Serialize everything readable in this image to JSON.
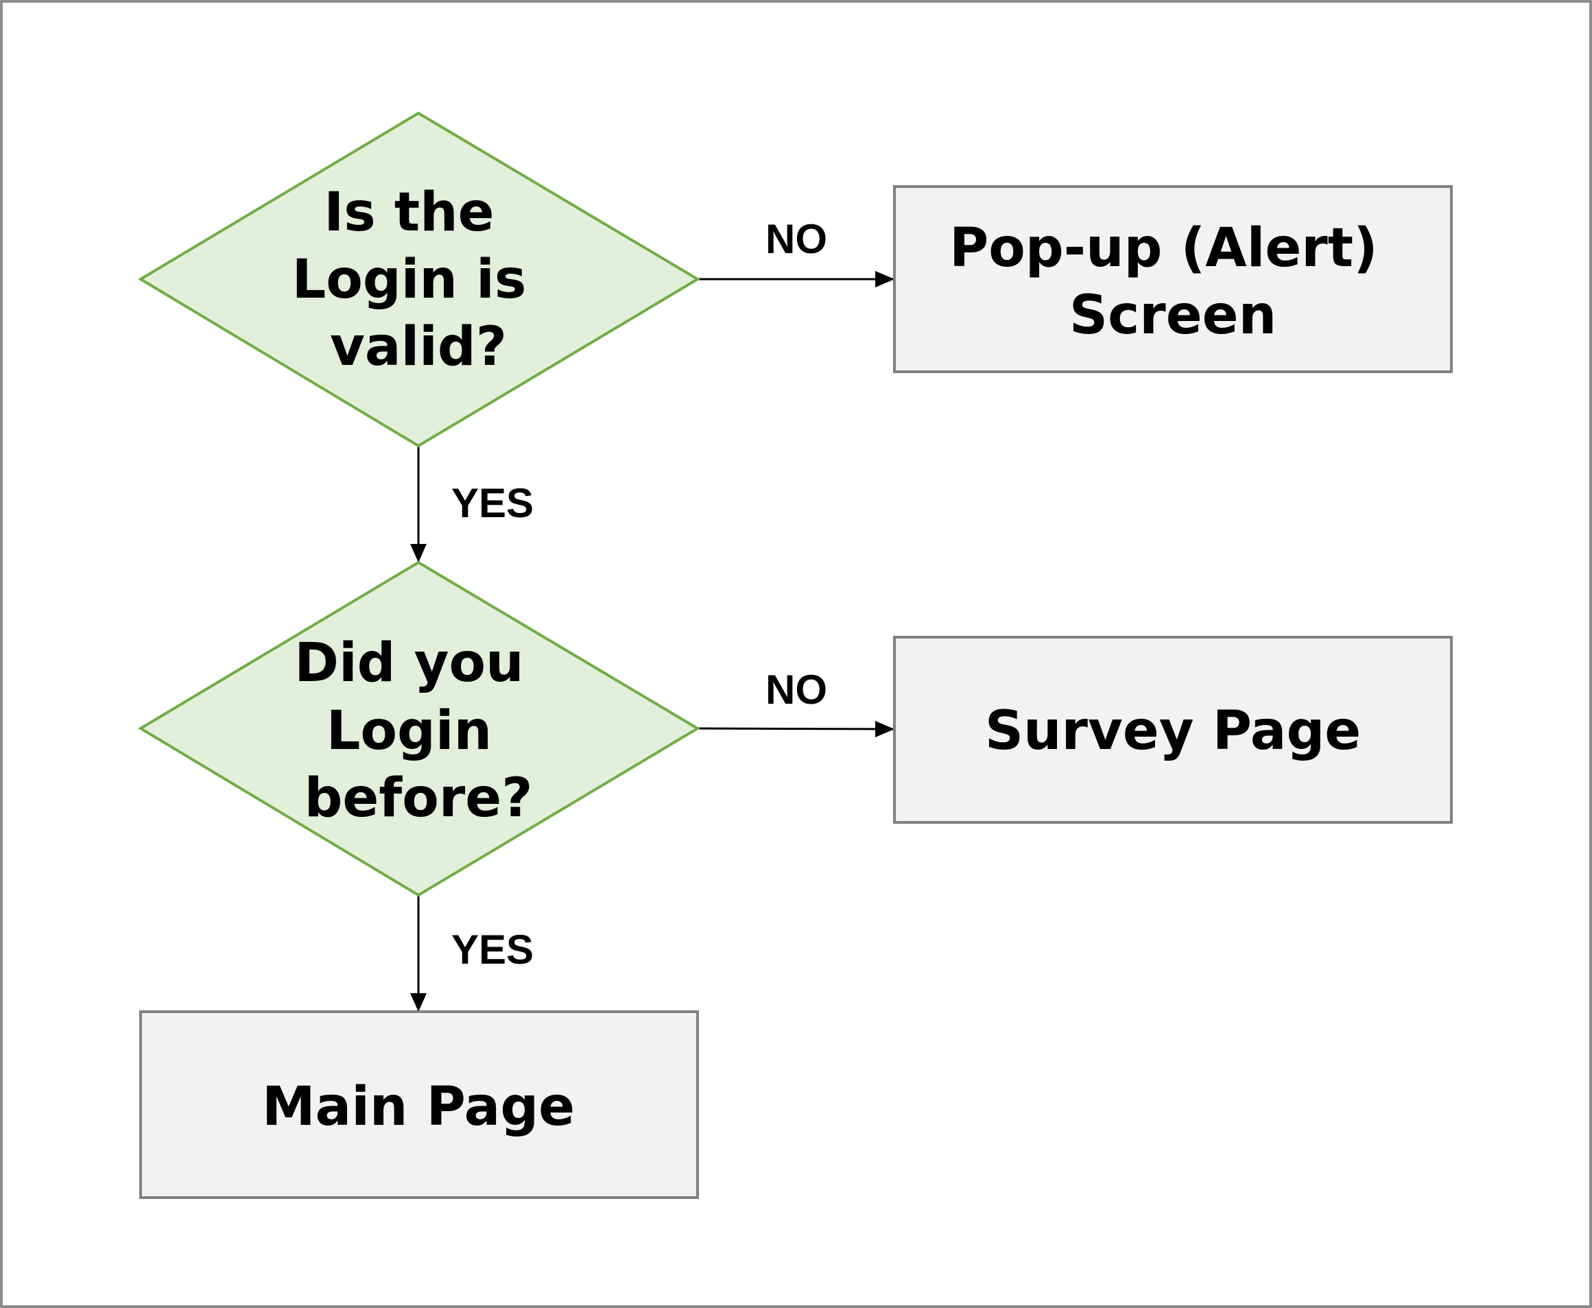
{
  "colors": {
    "decision_fill": "#e2efda",
    "decision_stroke": "#70ad47",
    "process_fill": "#f2f2f2",
    "process_stroke": "#808080",
    "edge": "#000000"
  },
  "nodes": {
    "decision_login_valid": {
      "lines": [
        "Is the",
        "Login is",
        "valid?"
      ]
    },
    "decision_login_before": {
      "lines": [
        "Did you",
        "Login",
        "before?"
      ]
    },
    "popup_alert": {
      "lines": [
        "Pop-up (Alert)",
        "Screen"
      ]
    },
    "survey_page": {
      "lines": [
        "Survey Page"
      ]
    },
    "main_page": {
      "lines": [
        "Main Page"
      ]
    }
  },
  "edges": {
    "valid_no": {
      "label": "NO"
    },
    "valid_yes": {
      "label": "YES"
    },
    "before_no": {
      "label": "NO"
    },
    "before_yes": {
      "label": "YES"
    }
  }
}
